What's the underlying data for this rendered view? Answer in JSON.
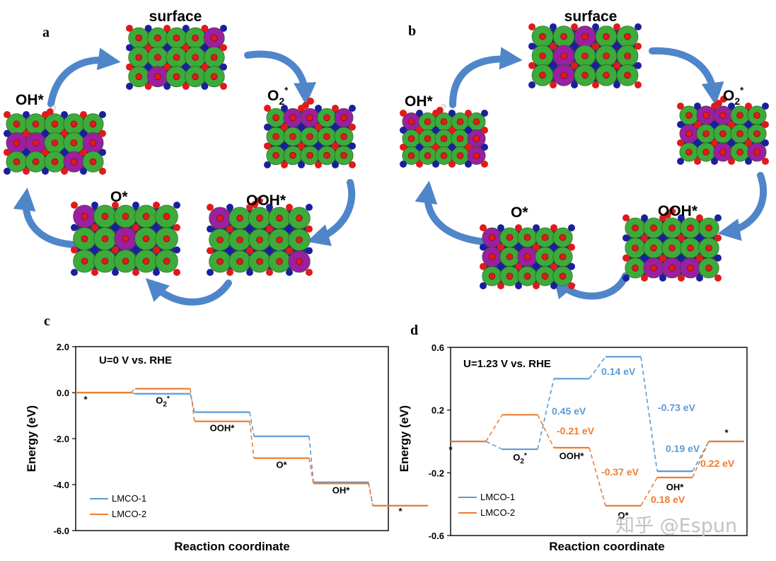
{
  "panels": {
    "a": {
      "letter": "a",
      "states": [
        {
          "id": "surface",
          "label": "surface",
          "sub": "",
          "sup": ""
        },
        {
          "id": "o2",
          "label": "O",
          "sub": "2",
          "sup": "*"
        },
        {
          "id": "ooh",
          "label": "OOH*",
          "sub": "",
          "sup": ""
        },
        {
          "id": "o",
          "label": "O*",
          "sub": "",
          "sup": ""
        },
        {
          "id": "oh",
          "label": "OH*",
          "sub": "",
          "sup": ""
        }
      ]
    },
    "b": {
      "letter": "b",
      "states": [
        {
          "id": "surface",
          "label": "surface",
          "sub": "",
          "sup": ""
        },
        {
          "id": "o2",
          "label": "O",
          "sub": "2",
          "sup": "*"
        },
        {
          "id": "ooh",
          "label": "OOH*",
          "sub": "",
          "sup": ""
        },
        {
          "id": "o",
          "label": "O*",
          "sub": "",
          "sup": ""
        },
        {
          "id": "oh",
          "label": "OH*",
          "sub": "",
          "sup": ""
        }
      ]
    }
  },
  "structure_colors": {
    "green": "#3daa3a",
    "purple": "#9b1fa0",
    "red": "#e01a1a",
    "blue": "#1a1f9e",
    "white": "#f2f2f2",
    "arrow": "#4f86c9"
  },
  "chart_data": [
    {
      "id": "c",
      "letter": "c",
      "type": "line",
      "subtype": "energy-step-diagram",
      "condition": "U=0 V vs. RHE",
      "xlabel": "Reaction coordinate",
      "ylabel": "Energy (eV)",
      "ylim": [
        -6.0,
        2.0
      ],
      "yticks": [
        2.0,
        0.0,
        -2.0,
        -4.0,
        -6.0
      ],
      "ytick_labels": [
        "2.0",
        "0.0",
        "-2.0",
        "-4.0",
        "-6.0"
      ],
      "grid": false,
      "legend_position": "bottom-left",
      "states": [
        "*",
        "O2*",
        "OOH*",
        "O*",
        "OH*",
        "*"
      ],
      "state_labels": [
        {
          "text": "*",
          "sub": "",
          "sup": ""
        },
        {
          "text": "O",
          "sub": "2",
          "sup": "*"
        },
        {
          "text": "OOH*",
          "sub": "",
          "sup": ""
        },
        {
          "text": "O*",
          "sub": "",
          "sup": ""
        },
        {
          "text": "OH*",
          "sub": "",
          "sup": ""
        },
        {
          "text": "*",
          "sub": "",
          "sup": ""
        }
      ],
      "series": [
        {
          "name": "LMCO-1",
          "color": "#5b9bd5",
          "values": [
            0.0,
            -0.05,
            -0.85,
            -1.9,
            -3.9,
            -4.92
          ]
        },
        {
          "name": "LMCO-2",
          "color": "#ed7d31",
          "values": [
            0.0,
            0.17,
            -1.25,
            -2.85,
            -3.95,
            -4.92
          ]
        }
      ],
      "annotations": []
    },
    {
      "id": "d",
      "letter": "d",
      "type": "line",
      "subtype": "energy-step-diagram",
      "condition": "U=1.23 V vs. RHE",
      "xlabel": "Reaction coordinate",
      "ylabel": "Energy (eV)",
      "ylim": [
        -0.6,
        0.6
      ],
      "yticks": [
        0.6,
        0.2,
        -0.2,
        -0.6
      ],
      "ytick_labels": [
        "0.6",
        "0.2",
        "-0.2",
        "-0.6"
      ],
      "grid": false,
      "legend_position": "bottom-left",
      "states": [
        "*",
        "O2*",
        "OOH*",
        "O*",
        "OH*",
        "*"
      ],
      "state_labels": [
        {
          "text": "*",
          "sub": "",
          "sup": ""
        },
        {
          "text": "O",
          "sub": "2",
          "sup": "*"
        },
        {
          "text": "OOH*",
          "sub": "",
          "sup": ""
        },
        {
          "text": "O*",
          "sub": "",
          "sup": ""
        },
        {
          "text": "OH*",
          "sub": "",
          "sup": ""
        },
        {
          "text": "*",
          "sub": "",
          "sup": ""
        }
      ],
      "series": [
        {
          "name": "LMCO-1",
          "color": "#5b9bd5",
          "values": [
            0.0,
            -0.05,
            0.4,
            0.54,
            -0.19,
            0.0
          ]
        },
        {
          "name": "LMCO-2",
          "color": "#ed7d31",
          "values": [
            0.0,
            0.17,
            -0.04,
            -0.41,
            -0.23,
            0.0
          ]
        }
      ],
      "annotations": [
        {
          "text": "0.45 eV",
          "series": "LMCO-1"
        },
        {
          "text": "0.14 eV",
          "series": "LMCO-1"
        },
        {
          "text": "-0.73 eV",
          "series": "LMCO-1"
        },
        {
          "text": "0.19 eV",
          "series": "LMCO-1"
        },
        {
          "text": "-0.21 eV",
          "series": "LMCO-2"
        },
        {
          "text": "-0.37 eV",
          "series": "LMCO-2"
        },
        {
          "text": "0.18 eV",
          "series": "LMCO-2"
        },
        {
          "text": "0.22 eV",
          "series": "LMCO-2"
        }
      ]
    }
  ],
  "watermark": "知乎 @Espun"
}
